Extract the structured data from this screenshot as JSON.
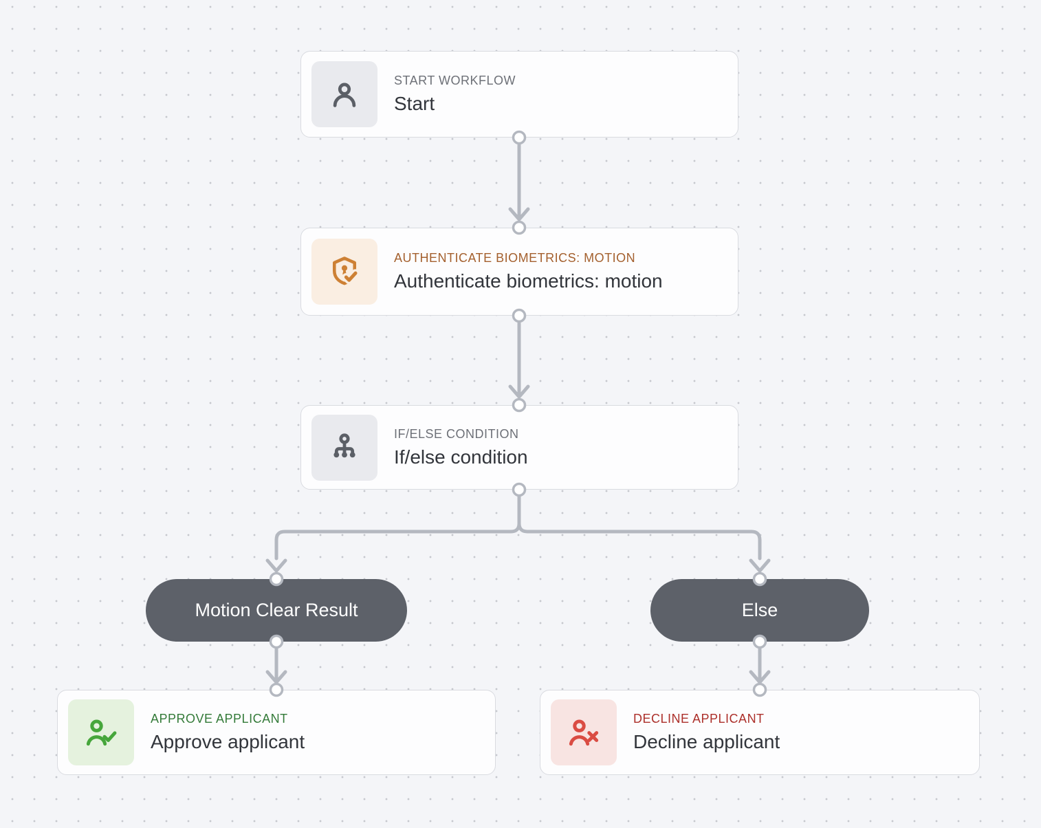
{
  "colors": {
    "background": "#f4f5f8",
    "grid_dot": "#c6c8ce",
    "connector": "#b4b8c0",
    "card_background": "#fdfdfe",
    "card_border": "#d9dbe0",
    "title_text": "#32353b",
    "branch_pill_background": "#5d6169",
    "branch_pill_text": "#fefefe"
  },
  "nodes": {
    "start": {
      "label": "START WORKFLOW",
      "title": "Start",
      "icon": "user-icon",
      "label_color": "#6d7077",
      "icon_color": "#5b5f66",
      "icon_background": "#e9eaee"
    },
    "authenticate": {
      "label": "AUTHENTICATE BIOMETRICS: MOTION",
      "title": "Authenticate biometrics: motion",
      "icon": "shield-keyhole-check-icon",
      "label_color": "#a4602e",
      "icon_color": "#cd8034",
      "icon_background": "#faeee2"
    },
    "ifelse": {
      "label": "IF/ELSE CONDITION",
      "title": "If/else condition",
      "icon": "branch-icon",
      "label_color": "#6d7077",
      "icon_color": "#5b5f66",
      "icon_background": "#e9eaee"
    },
    "approve": {
      "label": "APPROVE APPLICANT",
      "title": "Approve applicant",
      "icon": "user-check-icon",
      "label_color": "#337a38",
      "icon_color": "#46a63b",
      "icon_background": "#e5f2de"
    },
    "decline": {
      "label": "DECLINE APPLICANT",
      "title": "Decline applicant",
      "icon": "user-x-icon",
      "label_color": "#ac2f2a",
      "icon_color": "#da4c43",
      "icon_background": "#f8e4e2"
    }
  },
  "branches": {
    "left": {
      "label": "Motion Clear Result"
    },
    "right": {
      "label": "Else"
    }
  }
}
